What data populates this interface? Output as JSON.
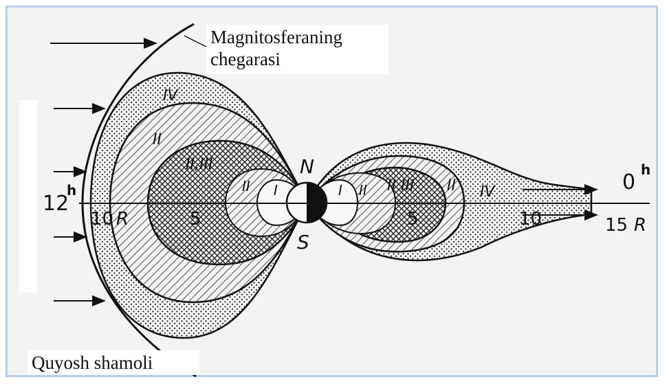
{
  "captions": {
    "boundary": [
      "Magnitosferaning",
      "chegarasi"
    ],
    "solar_wind": "Quyosh shamoli"
  },
  "time_labels": {
    "noon": "12",
    "midnight": "0",
    "hour_mark": "h"
  },
  "poles": {
    "north": "N",
    "south": "S"
  },
  "axis": {
    "day_side": [
      "10",
      "R",
      "5"
    ],
    "night_side": [
      "5",
      "10",
      "15",
      "R"
    ]
  },
  "zones": {
    "z1": "I",
    "z2": "II",
    "z23": "II,III",
    "z23n": "II III",
    "z4": "IV"
  },
  "colors": {
    "frame": "#b9cde6",
    "background": "#f3f3f2",
    "ink": "#111111"
  }
}
